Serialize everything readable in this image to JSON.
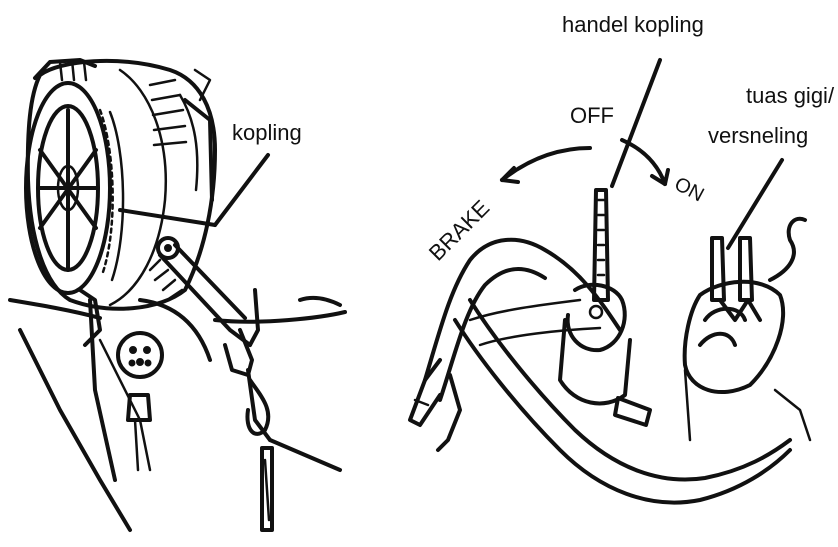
{
  "left_panel": {
    "labels": {
      "clutch": "kopling"
    }
  },
  "right_panel": {
    "labels": {
      "clutch_handle": "handel kopling",
      "off": "OFF",
      "on": "ON",
      "brake": "BRAKE",
      "gear_lever_line1": "tuas gigi/",
      "gear_lever_line2": "versneling"
    }
  },
  "colors": {
    "ink": "#111111",
    "background": "#ffffff"
  }
}
